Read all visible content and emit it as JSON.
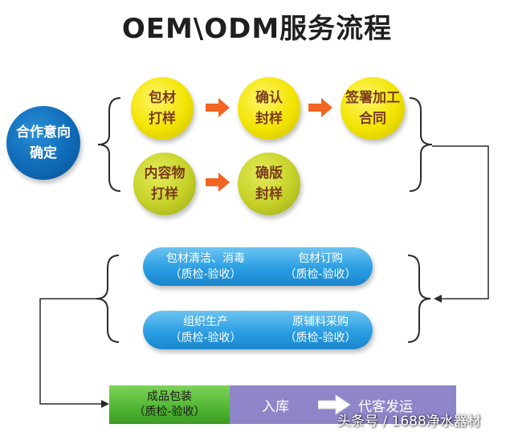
{
  "title": "OEM\\ODM服务流程",
  "nodes": {
    "cooperation": [
      "合作意向",
      "确定"
    ],
    "packaging_sample": [
      "包材",
      "打样"
    ],
    "confirm_seal": [
      "确认",
      "封样"
    ],
    "contract": [
      "签署加工",
      "合同"
    ],
    "content_sample": [
      "内容物",
      "打样"
    ],
    "version_seal": [
      "确版",
      "封样"
    ]
  },
  "pills": {
    "clean_disinfect": [
      "包材清洁、消毒",
      "（质检-验收）"
    ],
    "purchase_packaging": [
      "包材订购",
      "（质检-验收）"
    ],
    "production": [
      "组织生产",
      "（质检-验收）"
    ],
    "raw_materials": [
      "原辅料采购",
      "（质检-验收）"
    ]
  },
  "bottom": {
    "packaging": [
      "成品包装",
      "（质检-验收）"
    ],
    "warehouse": "入库",
    "shipping": "代客发运"
  },
  "watermark": "头条号 / 1688净水器材",
  "colors": {
    "blue": "#0f6bb8",
    "yellow": "#f2e400",
    "orange_arrow": "#f26522",
    "yellow_arrow": "#d8e600",
    "pill_blue": "#2a9ee3",
    "green": "#4fb531",
    "purple": "#8e86c8"
  }
}
